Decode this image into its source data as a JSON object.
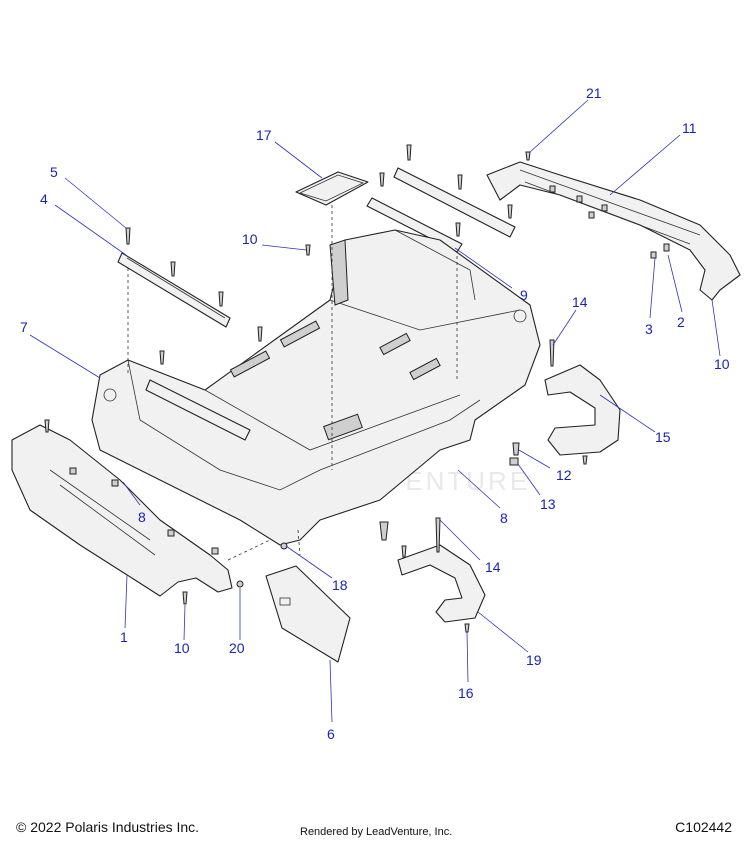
{
  "footer": {
    "copyright": "© 2022 Polaris Industries Inc.",
    "rendered_by": "Rendered by LeadVenture, Inc.",
    "diagram_id": "C102442"
  },
  "watermark": "LEADVENTURE",
  "colors": {
    "callout": "#1a23b4",
    "line": "#222222",
    "fill": "#f1f1f1"
  },
  "callouts": [
    {
      "id": "c21a",
      "label": "21"
    },
    {
      "id": "c17",
      "label": "17"
    },
    {
      "id": "c11",
      "label": "11"
    },
    {
      "id": "c5",
      "label": "5"
    },
    {
      "id": "c4",
      "label": "4"
    },
    {
      "id": "c10a",
      "label": "10"
    },
    {
      "id": "c9",
      "label": "9"
    },
    {
      "id": "c3",
      "label": "3"
    },
    {
      "id": "c2",
      "label": "2"
    },
    {
      "id": "c10b",
      "label": "10"
    },
    {
      "id": "c7",
      "label": "7"
    },
    {
      "id": "c14a",
      "label": "14"
    },
    {
      "id": "c15",
      "label": "15"
    },
    {
      "id": "c12",
      "label": "12"
    },
    {
      "id": "c13",
      "label": "13"
    },
    {
      "id": "c8a",
      "label": "8"
    },
    {
      "id": "c8b",
      "label": "8"
    },
    {
      "id": "c14b",
      "label": "14"
    },
    {
      "id": "c18",
      "label": "18"
    },
    {
      "id": "c1",
      "label": "1"
    },
    {
      "id": "c10c",
      "label": "10"
    },
    {
      "id": "c20",
      "label": "20"
    },
    {
      "id": "c19",
      "label": "19"
    },
    {
      "id": "c16",
      "label": "16"
    },
    {
      "id": "c6",
      "label": "6"
    }
  ]
}
